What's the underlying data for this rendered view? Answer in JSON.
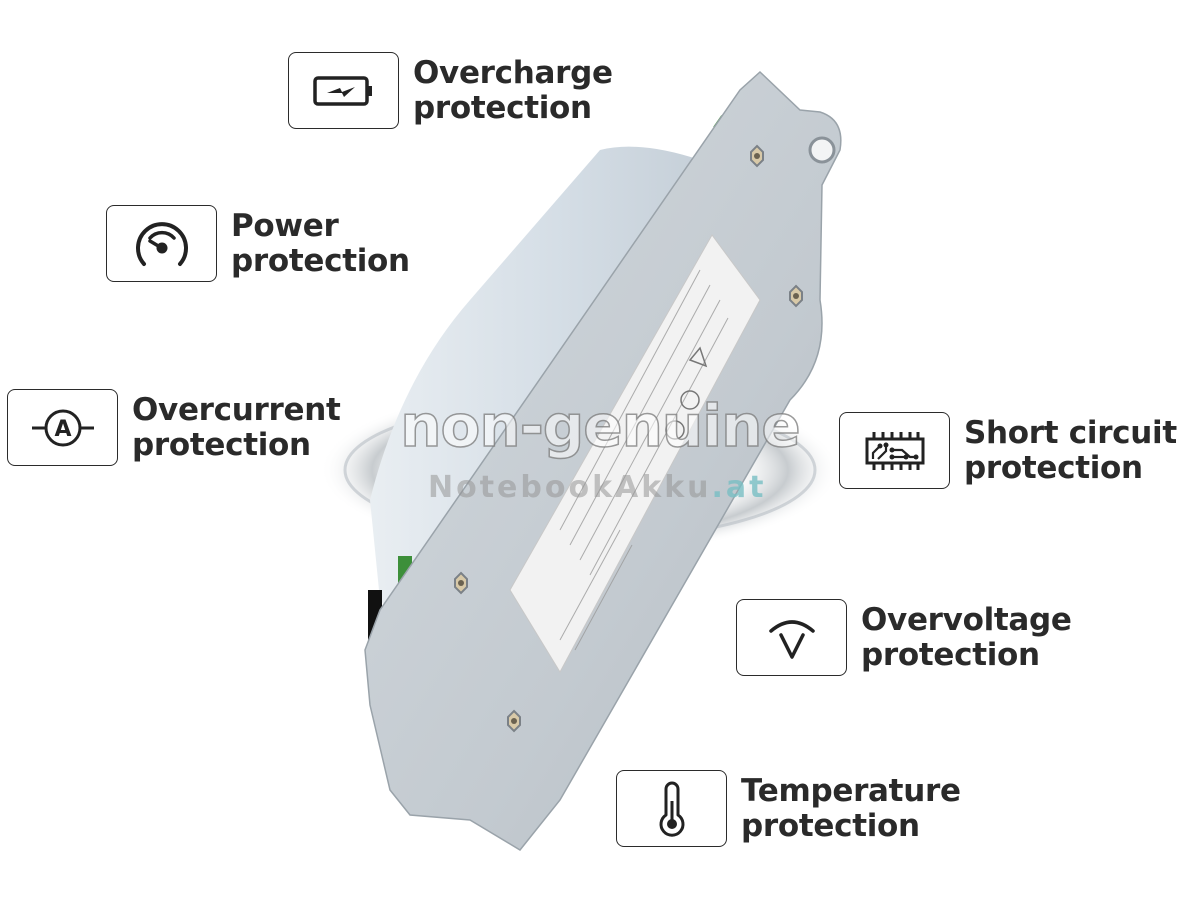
{
  "features": [
    {
      "id": "overcharge",
      "icon": "battery-bolt-icon",
      "line1": "Overcharge",
      "line2": "protection"
    },
    {
      "id": "power",
      "icon": "gauge-icon",
      "line1": "Power",
      "line2": "protection"
    },
    {
      "id": "overcurrent",
      "icon": "ammeter-icon",
      "line1": "Overcurrent",
      "line2": "protection"
    },
    {
      "id": "short-circuit",
      "icon": "circuit-chip-icon",
      "line1": "Short circuit",
      "line2": "protection"
    },
    {
      "id": "overvoltage",
      "icon": "voltage-icon",
      "line1": "Overvoltage",
      "line2": "protection"
    },
    {
      "id": "temperature",
      "icon": "thermometer-icon",
      "line1": "Temperature",
      "line2": "protection"
    }
  ],
  "watermark": {
    "main": "non-genuine",
    "site_name": "NotebookAkku",
    "site_tld": ".at"
  },
  "colors": {
    "text": "#2a2a2a",
    "border": "#2b2b2b",
    "metal": "#c9d0d6",
    "battery_body": "#dbe3ea",
    "accent_tld": "#78bec3"
  }
}
